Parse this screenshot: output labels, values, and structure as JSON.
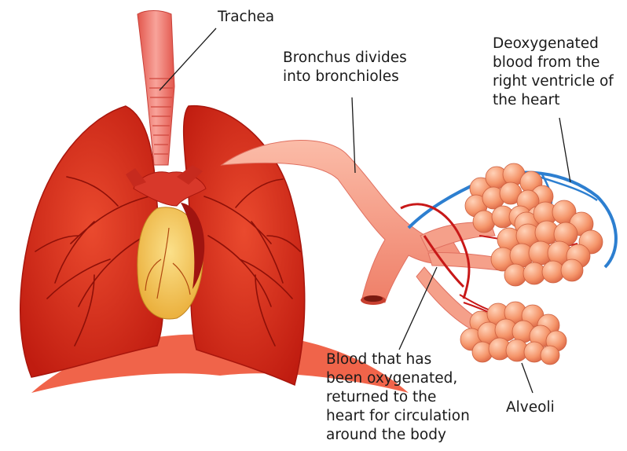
{
  "labels": {
    "trachea": "Trachea",
    "bronchus": "Bronchus divides\ninto bronchioles",
    "deoxygenated": "Deoxygenated\nblood from the\nright ventricle of\nthe heart",
    "oxygenated": "Blood that has\nbeen oxygenated,\nreturned to the\nheart for circulation\naround the body",
    "alveoli": "Alveoli"
  },
  "colors": {
    "lung": "#d92b1c",
    "lung_dark": "#a8160d",
    "trachea": "#f07a70",
    "heart": "#f2c14a",
    "bronchus": "#f59a84",
    "alveoli": "#f08a60",
    "deoxygenated_vessel": "#2d7fd0",
    "oxygenated_vessel": "#c81818",
    "diaphragm": "#f0644a"
  }
}
